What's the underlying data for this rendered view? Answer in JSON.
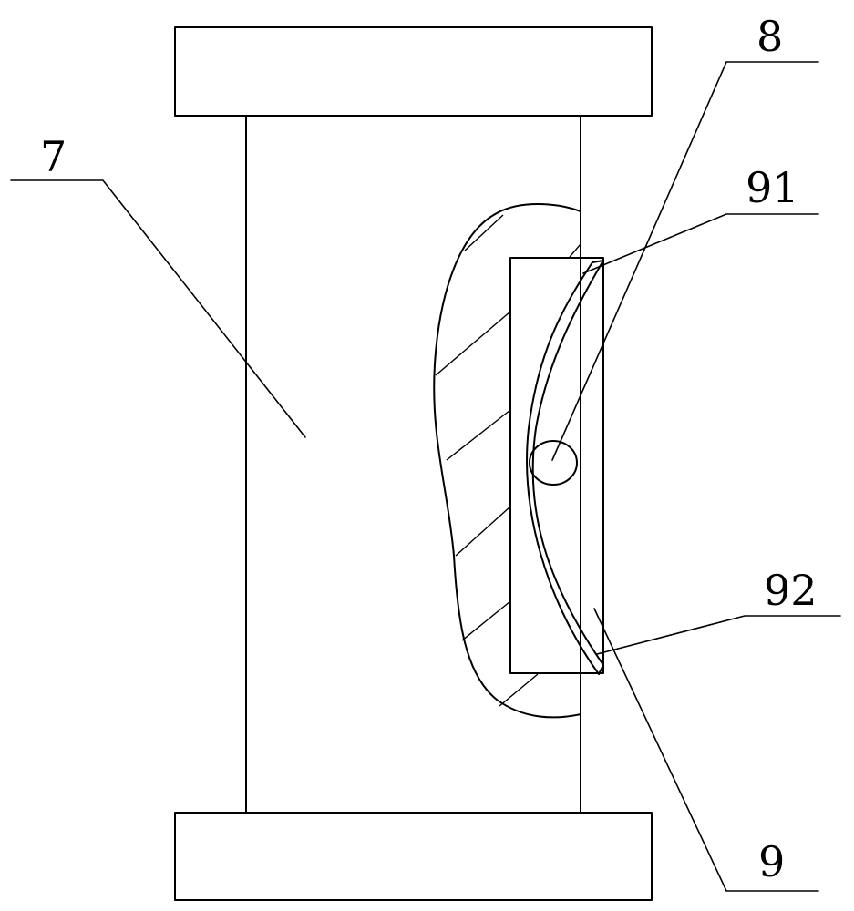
{
  "labels": {
    "part_7": "7",
    "part_8": "8",
    "part_9": "9",
    "part_91": "91",
    "part_92": "92"
  },
  "colors": {
    "line": "#000000",
    "background": "#ffffff"
  }
}
